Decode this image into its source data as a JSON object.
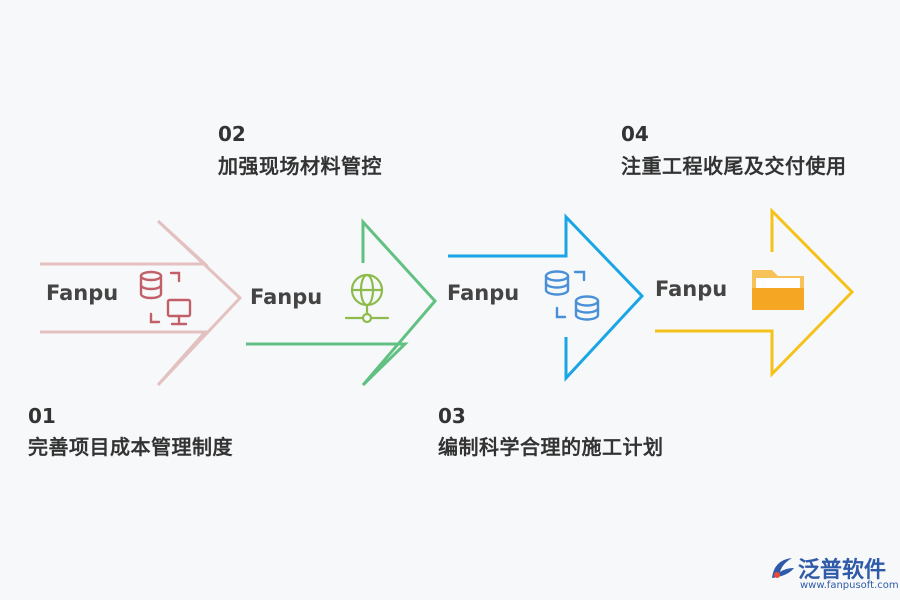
{
  "steps": [
    {
      "num": "01",
      "title": "完善项目成本管理制度",
      "brand": "Fanpu",
      "color": "#e2bcbc",
      "icon": "database-computer-icon",
      "icon_color": "#c2606a"
    },
    {
      "num": "02",
      "title": "加强现场材料管控",
      "brand": "Fanpu",
      "color": "#5fbf7f",
      "icon": "globe-network-icon",
      "icon_color": "#8dbb4c"
    },
    {
      "num": "03",
      "title": "编制科学合理的施工计划",
      "brand": "Fanpu",
      "color": "#1aa5e6",
      "icon": "database-sync-icon",
      "icon_color": "#4a90d9"
    },
    {
      "num": "04",
      "title": "注重工程收尾及交付使用",
      "brand": "Fanpu",
      "color": "#f5c21b",
      "icon": "folder-icon",
      "icon_color": "#f5a623"
    }
  ],
  "logo": {
    "name": "泛普软件",
    "url": "www.fanpusoft.com",
    "icon": "fanpu-logo-icon",
    "color": "#2f5aa8"
  }
}
